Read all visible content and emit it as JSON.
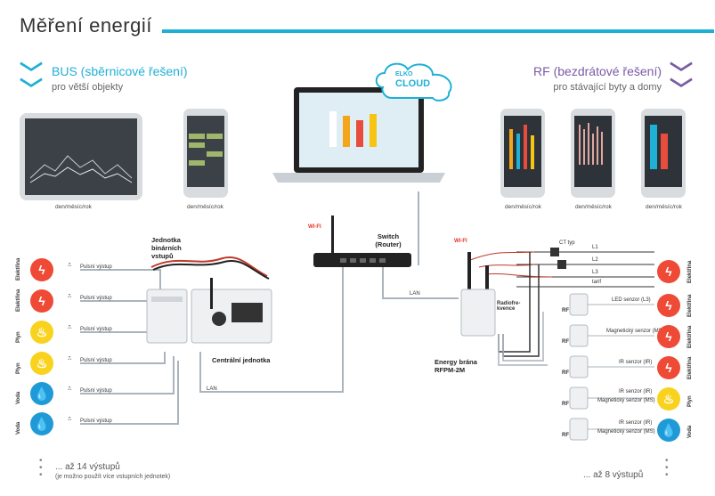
{
  "header": {
    "title": "Měření energií"
  },
  "bus": {
    "heading": "BUS (sběrnicové řešení)",
    "sub": "pro větší objekty"
  },
  "rf": {
    "heading": "RF (bezdrátové řešení)",
    "sub": "pro stávající byty a domy"
  },
  "cloud": {
    "brand": "ELKO",
    "label": "CLOUD"
  },
  "captions": {
    "tablet": "den/měsíc/rok",
    "phone_bus": "den/měsíc/rok",
    "rf_phone_1": "den/měsíc/rok",
    "rf_phone_2": "den/měsíc/rok",
    "rf_phone_3": "den/měsíc/rok"
  },
  "bus_side": {
    "rows": [
      {
        "label": "Elektřina",
        "output": "Pulsní výstup",
        "icon": "lightning-icon",
        "color": "red"
      },
      {
        "label": "Elektřina",
        "output": "Pulsní výstup",
        "icon": "lightning-icon",
        "color": "red"
      },
      {
        "label": "Plyn",
        "output": "Pulsní výstup",
        "icon": "flame-icon",
        "color": "yellow"
      },
      {
        "label": "Plyn",
        "output": "Pulsní výstup",
        "icon": "flame-icon",
        "color": "yellow"
      },
      {
        "label": "Voda",
        "output": "Pulsní výstup",
        "icon": "drop-icon",
        "color": "blue"
      },
      {
        "label": "Voda",
        "output": "Pulsní výstup",
        "icon": "drop-icon",
        "color": "blue"
      }
    ]
  },
  "devices": {
    "binary_unit": "Jednotka binárních vstupů",
    "central_unit": "Centrální jednotka",
    "switch": "Switch (Router)",
    "gateway": "Energy brána RFPM-2M",
    "radio": "Radiofre-kvence",
    "ct": "CT typ",
    "lan1": "LAN",
    "lan2": "LAN",
    "wifi1": "WI-FI",
    "wifi2": "WI-FI",
    "l1": "L1",
    "l2": "L2",
    "l3": "L3",
    "tarif": "tarif"
  },
  "rf_side": {
    "rows": [
      {
        "sensor": "LED senzor (L3)",
        "sensor2": "",
        "label": "Elektřina",
        "icon": "lightning-icon",
        "color": "red"
      },
      {
        "sensor": "Magnetický senzor (MS)",
        "sensor2": "",
        "label": "Elektřina",
        "icon": "lightning-icon",
        "color": "red"
      },
      {
        "sensor": "IR senzor (IR)",
        "sensor2": "",
        "label": "Elektřina",
        "icon": "lightning-icon",
        "color": "red"
      },
      {
        "sensor": "IR senzor (IR)",
        "sensor2": "Magnetický senzor (MS)",
        "label": "Plyn",
        "icon": "flame-icon",
        "color": "yellow"
      },
      {
        "sensor": "IR senzor (IR)",
        "sensor2": "Magnetický senzor (MS)",
        "label": "Voda",
        "icon": "drop-icon",
        "color": "blue"
      }
    ],
    "rf_tag": "RF",
    "red_circle_top": "Elektřina"
  },
  "footer": {
    "bus_outputs": "... až 14 výstupů",
    "bus_note": "(je možno použít více vstupních jednotek)",
    "rf_outputs": "... až 8 výstupů"
  }
}
